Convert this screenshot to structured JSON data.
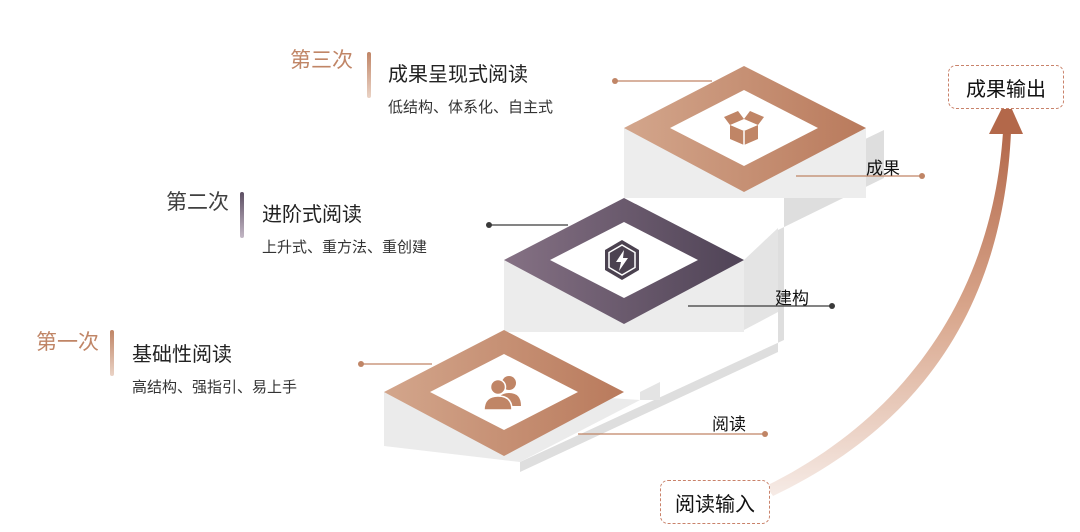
{
  "levels": [
    {
      "level": "第一次",
      "title": "基础性阅读",
      "subtitle": "高结构、强指引、易上手",
      "icon": "users-icon"
    },
    {
      "level": "第二次",
      "title": "进阶式阅读",
      "subtitle": "上升式、重方法、重创建",
      "icon": "lightning-hexagon-icon"
    },
    {
      "level": "第三次",
      "title": "成果呈现式阅读",
      "subtitle": "低结构、体系化、自主式",
      "icon": "open-box-icon"
    }
  ],
  "stage_labels": {
    "reading": "阅读",
    "construct": "建构",
    "result": "成果"
  },
  "flow": {
    "input": "阅读输入",
    "output": "成果输出"
  },
  "colors": {
    "bronze": "#c08566",
    "purple": "#5d4f63",
    "step_side": "#ebebeb",
    "step_shadow": "#dedede"
  }
}
